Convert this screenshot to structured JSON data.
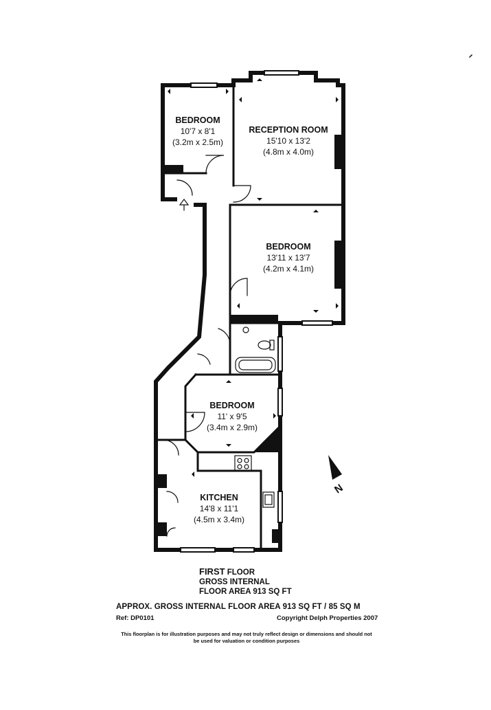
{
  "rooms": {
    "bedroom1": {
      "name": "BEDROOM",
      "imperial": "10'7 x 8'1",
      "metric": "(3.2m x 2.5m)"
    },
    "reception": {
      "name": "RECEPTION ROOM",
      "imperial": "15'10 x 13'2",
      "metric": "(4.8m x 4.0m)"
    },
    "bedroom2": {
      "name": "BEDROOM",
      "imperial": "13'11 x 13'7",
      "metric": "(4.2m x 4.1m)"
    },
    "bedroom3": {
      "name": "BEDROOM",
      "imperial": "11' x 9'5",
      "metric": "(3.4m x 2.9m)"
    },
    "kitchen": {
      "name": "KITCHEN",
      "imperial": "14'8 x 11'1",
      "metric": "(4.5m x 3.4m)"
    }
  },
  "compass": {
    "label": "N"
  },
  "floor_info": {
    "first": "FIRST",
    "floor": " FLOOR",
    "gross": "GROSS INTERNAL",
    "area": "FLOOR AREA 913 SQ FT"
  },
  "footer": {
    "approx": "APPROX. GROSS INTERNAL FLOOR AREA 913 SQ FT / 85 SQ M",
    "ref": "Ref: DP0101",
    "copyright": "Copyright Delph Properties 2007",
    "disclaimer_line1": "This floorplan is for illustration purposes and may not truly reflect design or dimensions and should not",
    "disclaimer_line2": "be used for valuation or condition purposes"
  },
  "colors": {
    "wall": "#111111",
    "window": "#ffffff",
    "background": "#ffffff"
  }
}
